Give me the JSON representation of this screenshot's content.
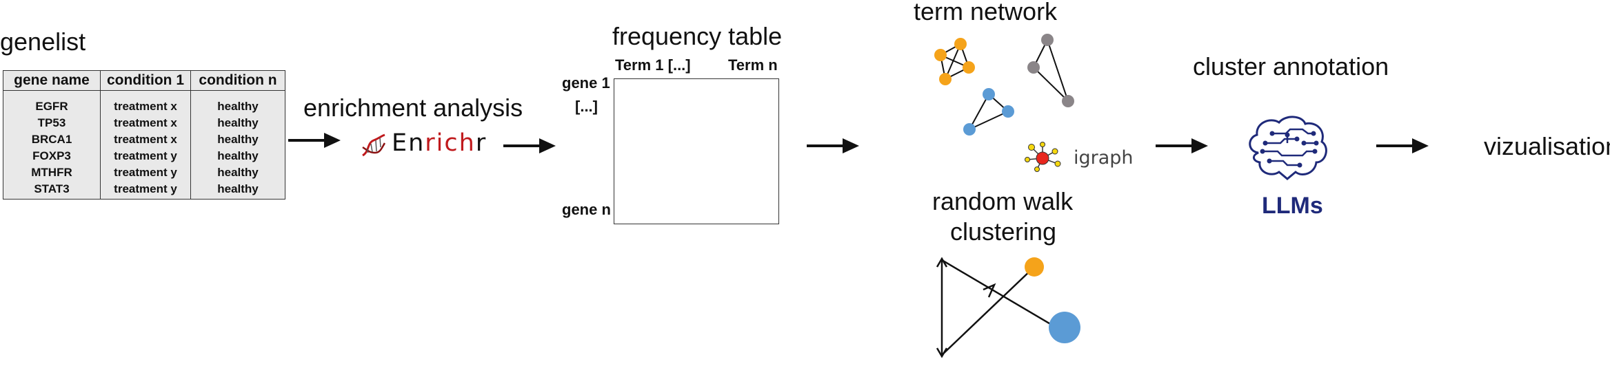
{
  "steps": {
    "genelist": "genelist",
    "enrichment": "enrichment analysis",
    "frequency": "frequency table",
    "network": "term network",
    "clustering_line1": "random walk",
    "clustering_line2": "clustering",
    "annotation": "cluster annotation",
    "visualisation": "vizualisation"
  },
  "gene_table": {
    "headers": [
      "gene name",
      "condition 1",
      "condition n"
    ],
    "rows": [
      [
        "EGFR",
        "treatment x",
        "healthy"
      ],
      [
        "TP53",
        "treatment x",
        "healthy"
      ],
      [
        "BRCA1",
        "treatment x",
        "healthy"
      ],
      [
        "FOXP3",
        "treatment y",
        "healthy"
      ],
      [
        "MTHFR",
        "treatment y",
        "healthy"
      ],
      [
        "STAT3",
        "treatment y",
        "healthy"
      ]
    ]
  },
  "frequency_table": {
    "term_first": "Term 1 [...]",
    "term_last": "Term n",
    "gene_first": "gene 1",
    "gene_ellipsis": "[...]",
    "gene_last": "gene n"
  },
  "logos": {
    "enrichr_parts": [
      "En",
      "rich",
      "r"
    ],
    "igraph": "igraph",
    "llm": "LLMs"
  },
  "colors": {
    "orange": "#f5a31a",
    "blue": "#5b9bd5",
    "grey": "#8a8588",
    "red": "#c0191c",
    "navy": "#1f2a7a",
    "igraph_red": "#e8261e",
    "igraph_yellow": "#f6d80f"
  },
  "icons": {
    "dna": "dna-icon",
    "brain": "circuit-brain-icon",
    "arrow": "right-arrow-icon"
  }
}
